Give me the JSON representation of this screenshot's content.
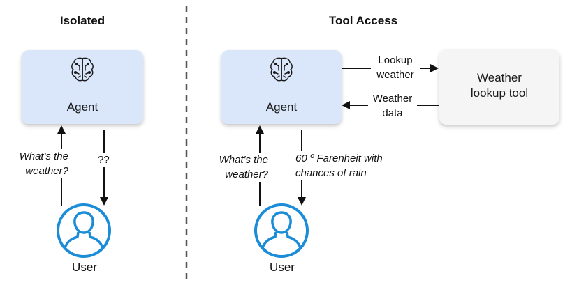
{
  "isolated": {
    "heading": "Isolated",
    "agent_label": "Agent",
    "question": "What's the weather?",
    "answer": "??",
    "user_label": "User"
  },
  "tool_access": {
    "heading": "Tool Access",
    "agent_label": "Agent",
    "tool_label_line1": "Weather",
    "tool_label_line2": "lookup tool",
    "request_line1": "Lookup",
    "request_line2": "weather",
    "response_line1": "Weather",
    "response_line2": "data",
    "question": "What's the weather?",
    "answer_line1": "60 º Farenheit with",
    "answer_line2": "chances of rain",
    "user_label": "User"
  },
  "colors": {
    "agent_fill": "#dae7fb",
    "tool_fill": "#f5f5f5",
    "user_icon": "#1a8cd8",
    "divider": "#555555"
  },
  "icons": [
    "brain-circuit-icon",
    "user-icon"
  ]
}
